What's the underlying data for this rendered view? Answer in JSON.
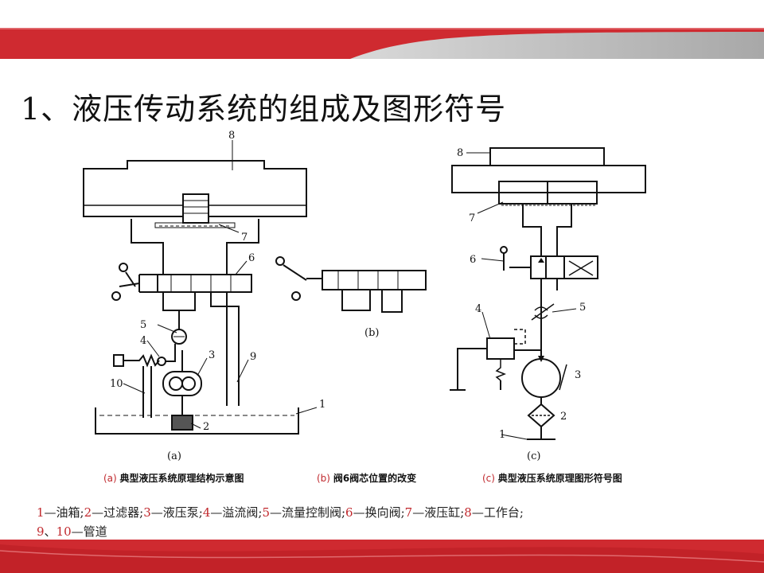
{
  "title": "1、液压传动系统的组成及图形符号",
  "diagram_labels": {
    "a": {
      "n8": "8",
      "n7": "7",
      "n6": "6",
      "n5": "5",
      "n4": "4",
      "n3": "3",
      "n9": "9",
      "n10": "10",
      "n1": "1",
      "n2": "2",
      "sub": "(a)"
    },
    "b": {
      "sub": "(b)"
    },
    "c": {
      "n8": "8",
      "n7": "7",
      "n6": "6",
      "n5": "5",
      "n4": "4",
      "n3": "3",
      "n2": "2",
      "n1": "1",
      "sub": "(c)"
    }
  },
  "captions": [
    {
      "tag": "(a)",
      "text": "典型液压系统原理结构示意图"
    },
    {
      "tag": "(b)",
      "text": "阀6阀芯位置的改变"
    },
    {
      "tag": "(c)",
      "text": "典型液压系统原理图形符号图"
    }
  ],
  "legend": {
    "items": [
      {
        "num": "1",
        "text": "—油箱;"
      },
      {
        "num": "2",
        "text": "—过滤器;"
      },
      {
        "num": "3",
        "text": "—液压泵;"
      },
      {
        "num": "4",
        "text": "—溢流阀;"
      },
      {
        "num": "5",
        "text": "—流量控制阀;"
      },
      {
        "num": "6",
        "text": "—换向阀;"
      },
      {
        "num": "7",
        "text": "—液压缸;"
      },
      {
        "num": "8",
        "text": "—工作台;"
      }
    ],
    "line2_num1": "9",
    "line2_sep": "、",
    "line2_num2": "10",
    "line2_text": "—管道"
  },
  "colors": {
    "accent": "#c0282d",
    "band_gray": "#b9b9b9"
  }
}
